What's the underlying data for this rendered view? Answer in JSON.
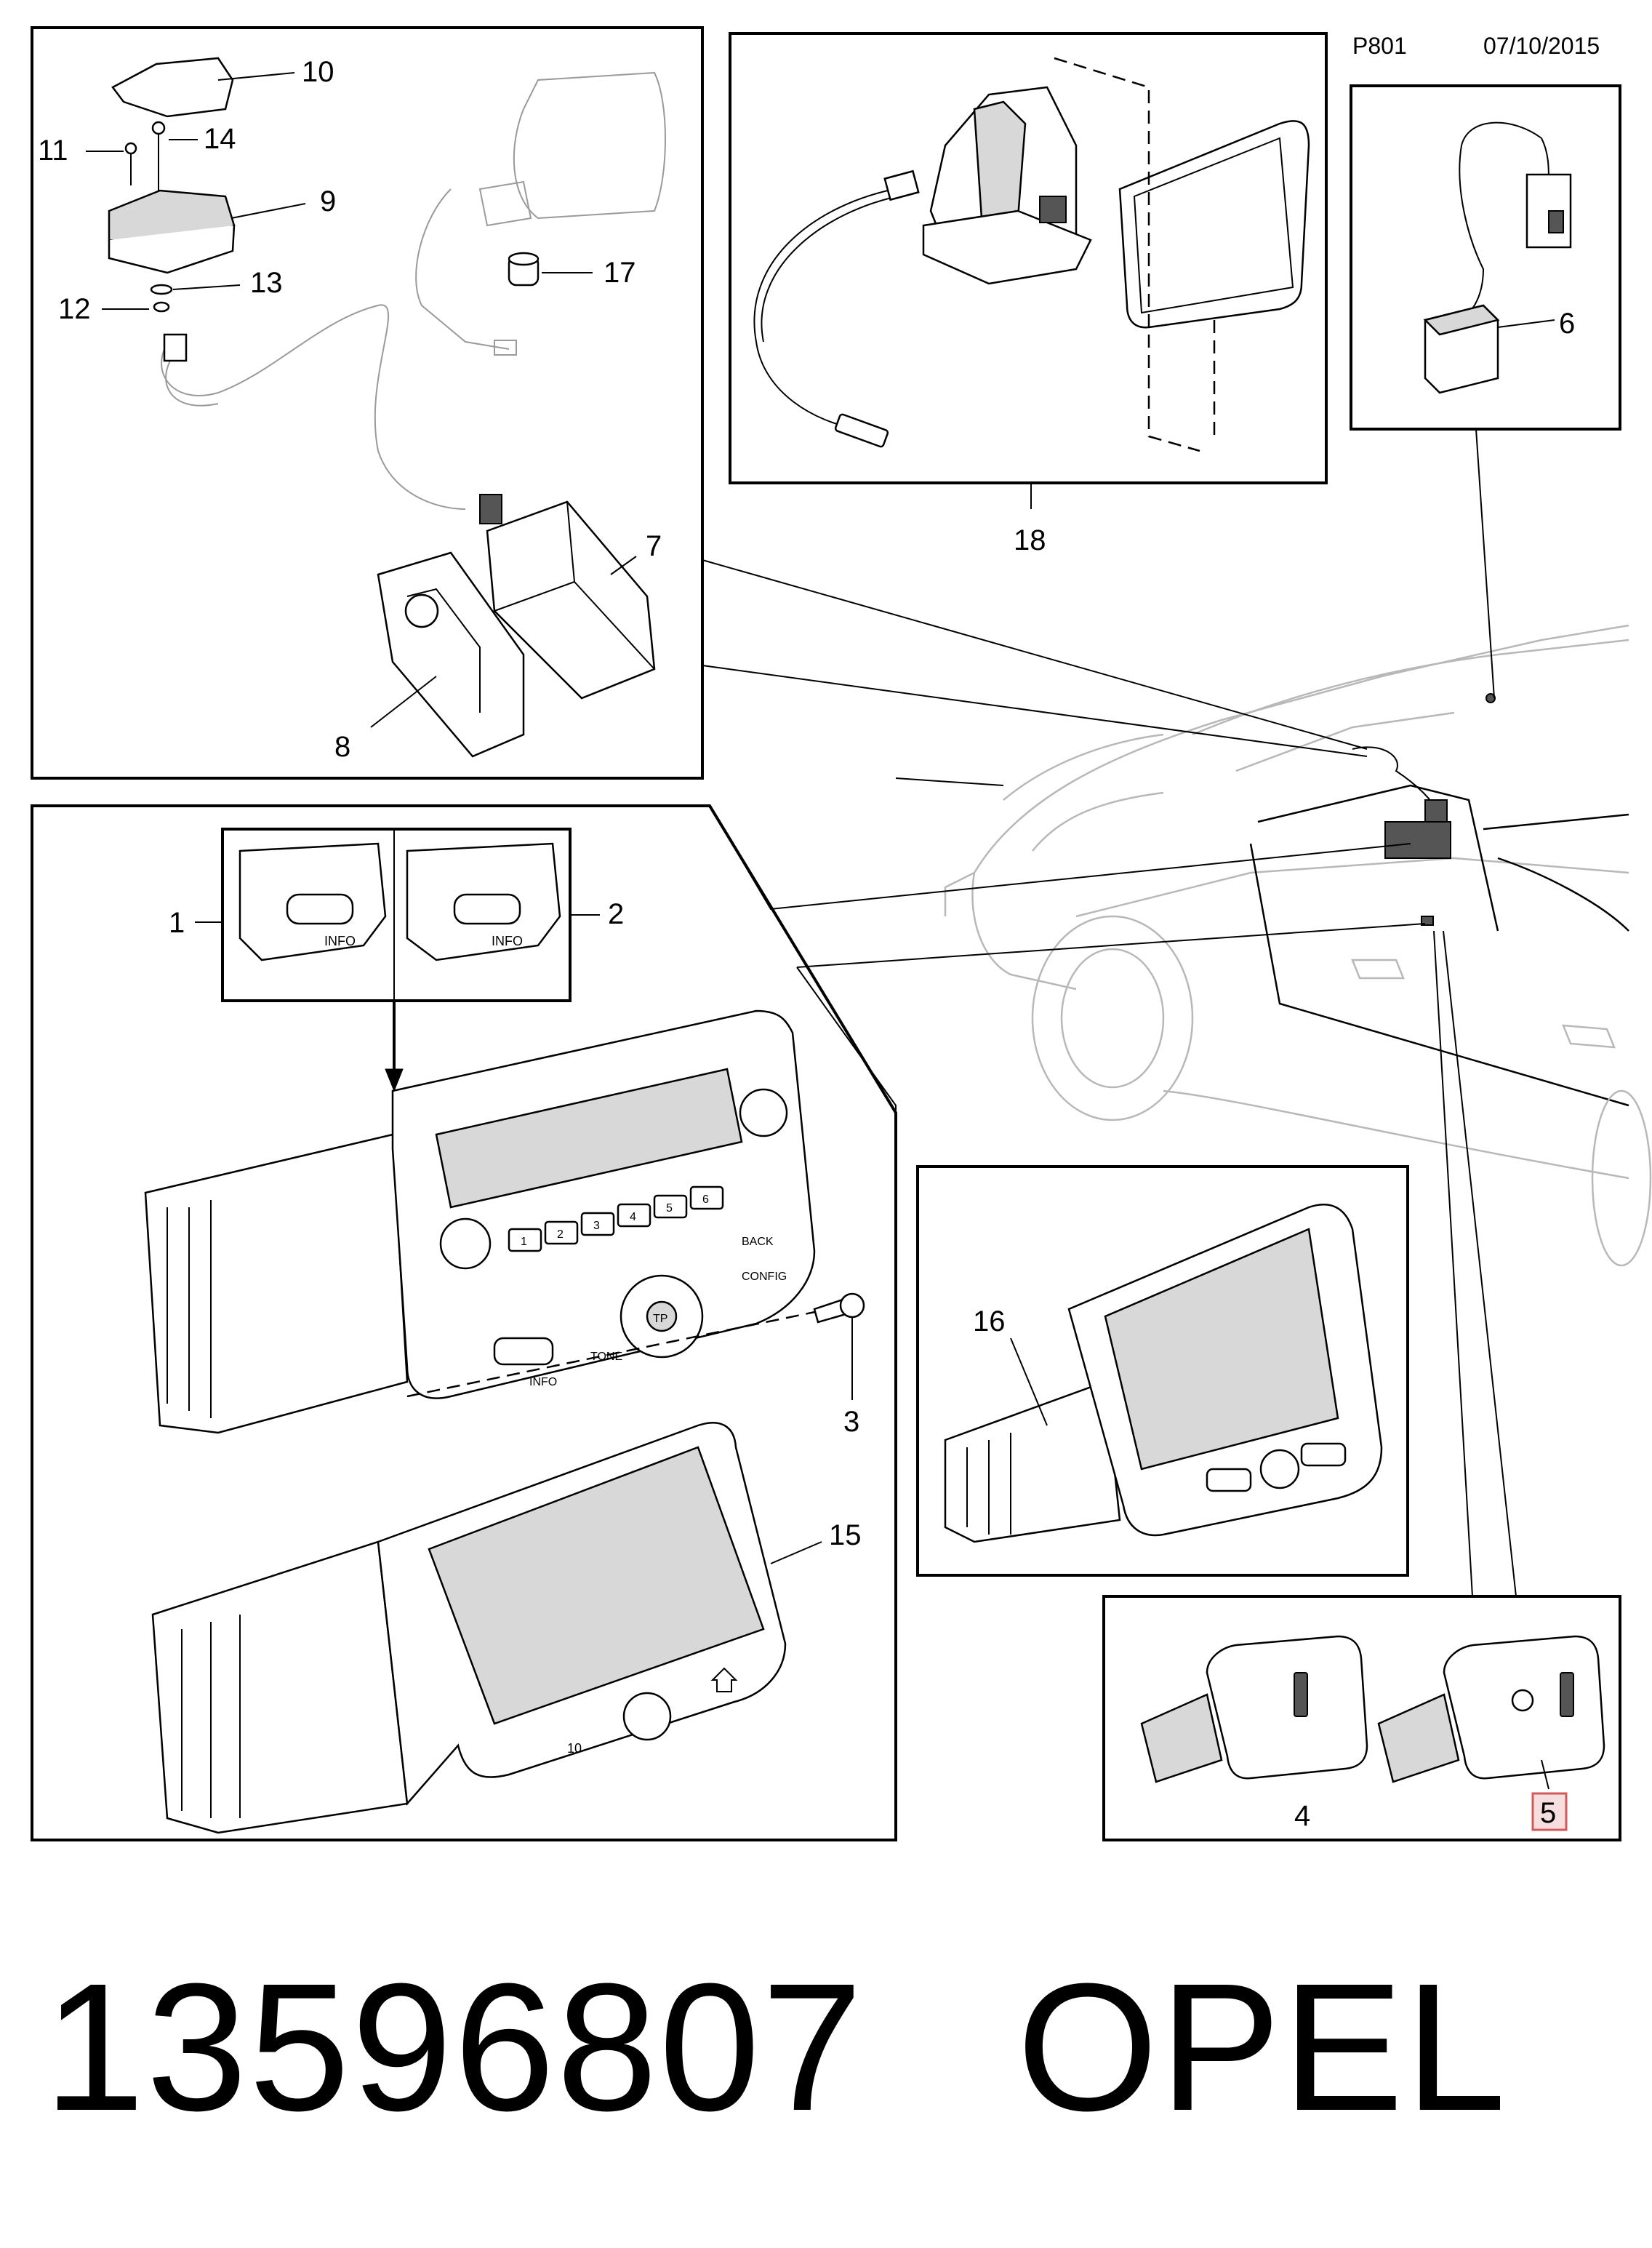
{
  "header": {
    "code": "P801",
    "date": "07/10/2015"
  },
  "callouts": {
    "c1": "1",
    "c2": "2",
    "c3": "3",
    "c4": "4",
    "c5": "5",
    "c6": "6",
    "c7": "7",
    "c8": "8",
    "c9": "9",
    "c10": "10",
    "c11": "11",
    "c12": "12",
    "c13": "13",
    "c14": "14",
    "c15": "15",
    "c16": "16",
    "c17": "17",
    "c18": "18"
  },
  "highlighted_callout": "5",
  "radio_buttons": [
    "1",
    "2",
    "3",
    "4",
    "5",
    "6"
  ],
  "radio_labels": {
    "info": "INFO",
    "back": "BACK",
    "tp": "TP",
    "tone": "TONE",
    "config": "CONFIG"
  },
  "screen_unit_label": "10",
  "footer": {
    "part_number": "13596807",
    "brand": "OPEL"
  }
}
